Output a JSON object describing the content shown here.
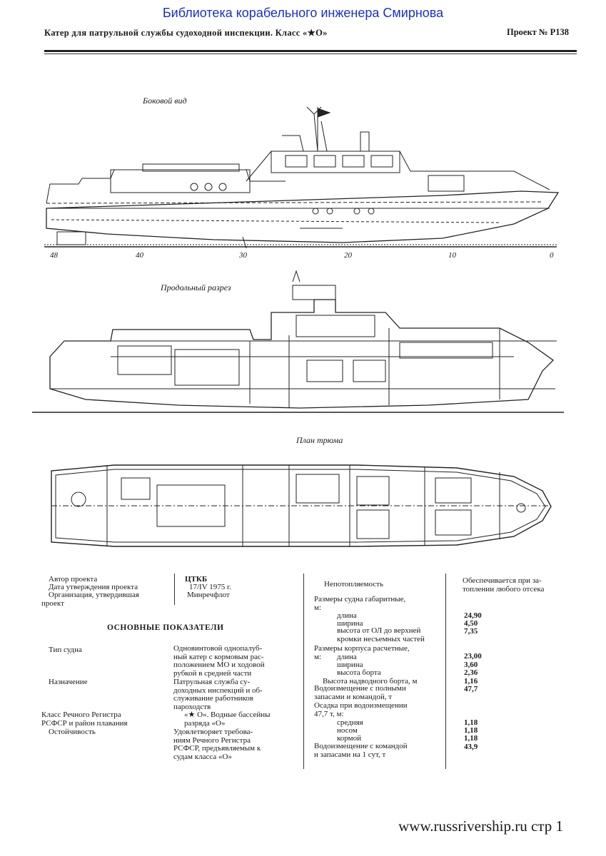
{
  "banner": "Библиотека корабельного инженера Смирнова",
  "header": {
    "title": "Катер для патрульной службы судоходной инспекции. Класс «★О»",
    "project": "Проект № Р138"
  },
  "drawings": {
    "side_caption": "Боковой вид",
    "section_caption": "Продольный разрез",
    "plan_caption": "План трюма",
    "frame_numbers": [
      "48",
      "40",
      "30",
      "20",
      "10",
      "0"
    ]
  },
  "info": {
    "author_label": "Автор проекта",
    "author_value": "ЦТКБ",
    "date_label": "Дата утверждения проекта",
    "date_value": "17/IV 1975 г.",
    "org_label_1": "Организация, утвердившая",
    "org_label_2": "проект",
    "org_value": "Минречфлот"
  },
  "section_title": "ОСНОВНЫЕ ПОКАЗАТЕЛИ",
  "left_rows": [
    {
      "label": "Тип судна",
      "value": "Одновинтовой однопалуб-\nный катер с кормовым рас-\nположением МО и ходовой\nрубкой в средней части"
    },
    {
      "label": "Назначение",
      "value": "Патрульная служба су-\nдоходных инспекций и об-\nслуживание работников\nпароходств"
    },
    {
      "label": "Класс Речного Регистра\nРСФСР и район плавания",
      "value": "«★ О». Водные бассейны\nразряда «О»"
    },
    {
      "label": "Остойчивость",
      "value": "Удовлетворяет требова-\nниям Речного Регистра\nРСФСР, предъявляемым к\nсудам класса «О»"
    }
  ],
  "right": {
    "unsinkability_label": "Непотопляемость",
    "unsinkability_value": "Обеспечивается при за-\nтоплении любого отсека",
    "overall_label": "Размеры судна габаритные,\nм:",
    "length_label": "длина",
    "length_value": "24,90",
    "width_label": "ширина",
    "width_value": "4,50",
    "height_label": "высота от ОЛ до верхней\nкромки несъемных частей",
    "height_value": "7,35",
    "hull_label": "Размеры корпуса расчетные,\nм:",
    "hull_length_label": "длина",
    "hull_length_value": "23,00",
    "hull_width_label": "ширина",
    "hull_width_value": "3,60",
    "hull_depth_label": "высота борта",
    "hull_depth_value": "2,36",
    "freeboard_label": "Высота надводного борта, м",
    "freeboard_value": "1,16",
    "displ_full_label": "Водоизмещение с полными\nзапасами и командой, т",
    "displ_full_value": "47,7",
    "draft_label": "Осадка при водоизмещении\n47,7 т, м:",
    "draft_mid_label": "средняя",
    "draft_mid_value": "1,18",
    "draft_bow_label": "носом",
    "draft_bow_value": "1,18",
    "draft_stern_label": "кормой",
    "draft_stern_value": "1,18",
    "displ_day_label": "Водоизмещение с командой\nи запасами на 1 сут, т",
    "displ_day_value": "43,9"
  },
  "footer": "www.russrivership.ru стр 1"
}
